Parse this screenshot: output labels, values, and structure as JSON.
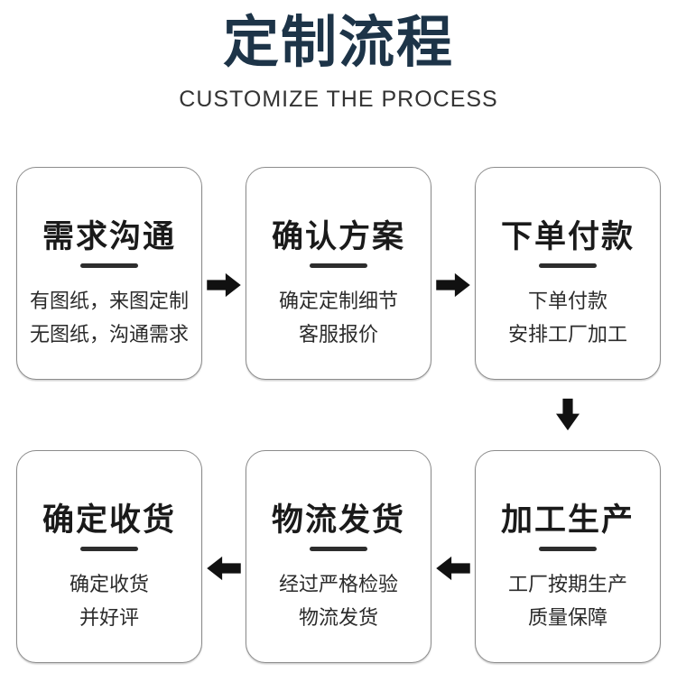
{
  "header": {
    "title": "定制流程",
    "subtitle": "CUSTOMIZE THE PROCESS"
  },
  "steps": [
    {
      "title": "需求沟通",
      "lines": [
        "有图纸，来图定制",
        "无图纸，沟通需求"
      ]
    },
    {
      "title": "确认方案",
      "lines": [
        "确定定制细节",
        "客服报价"
      ]
    },
    {
      "title": "下单付款",
      "lines": [
        "下单付款",
        "安排工厂加工"
      ]
    },
    {
      "title": "加工生产",
      "lines": [
        "工厂按期生产",
        "质量保障"
      ]
    },
    {
      "title": "物流发货",
      "lines": [
        "经过严格检验",
        "物流发货"
      ]
    },
    {
      "title": "确定收货",
      "lines": [
        "确定收货",
        "并好评"
      ]
    }
  ],
  "icons": {
    "arrow_right": "➡",
    "arrow_down": "⬇",
    "arrow_left": "⬅"
  },
  "colors": {
    "title_navy": "#1d3448",
    "subtitle_gray": "#333333",
    "heading_black": "#1a1a1a",
    "body_text": "#2b2b2b",
    "divider": "#2d2d2d",
    "box_border": "#8c8c8c",
    "arrow_black": "#111111",
    "background": "#ffffff"
  }
}
